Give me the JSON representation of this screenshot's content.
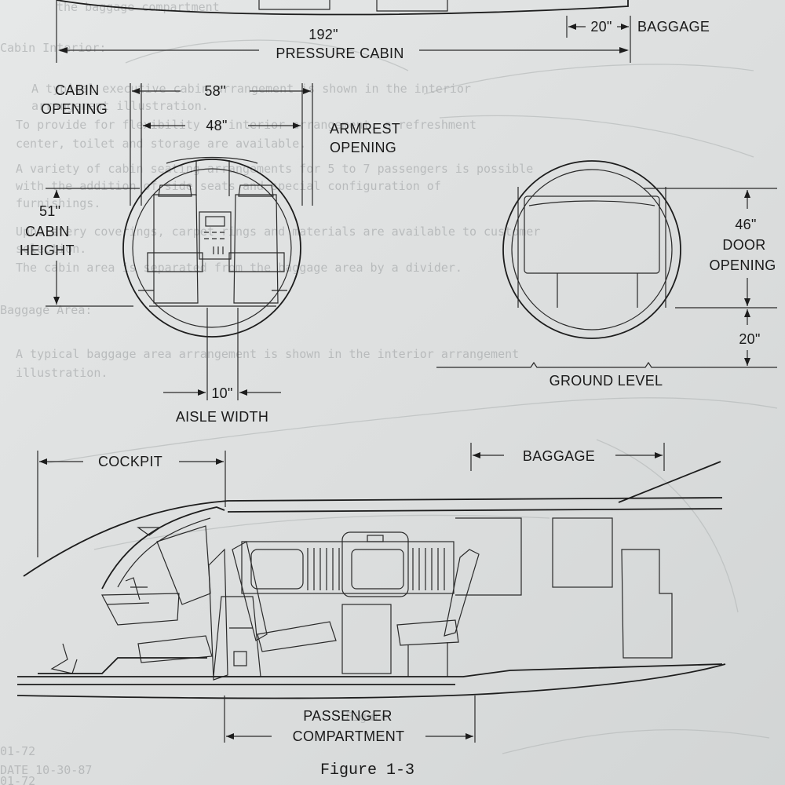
{
  "background_text": [
    "the baggage compartment",
    "Cabin Interior:",
    "A  typical  executive  cabin  arrangement  is  shown in the interior",
    "   arrangement illustration.",
    "   To provide for flexibility in interior arrangement, a refreshment",
    "   center, toilet and storage are available.",
    "   A variety of cabin seating arrangements for 5 to 7 passengers is possible",
    "   with  the  addition  of  side  seats  and  special  configuration  of",
    "   furnishings.",
    "   Upholstery coverings, carpet rings and materials are available to customer",
    "   selection.",
    "   The cabin area is separated from the baggage area by a divider.",
    "Baggage Area:",
    "   A typical baggage area arrangement is shown in the interior arrangement",
    "   illustration.",
    "Figure",
    "01-72",
    "DATE 10-30-87",
    "01-72"
  ],
  "labels": {
    "baggage_dim": "20\"",
    "baggage_top": "BAGGAGE",
    "pressure_cabin_dim": "192\"",
    "pressure_cabin": "PRESSURE CABIN",
    "cabin_opening_1": "CABIN",
    "cabin_opening_2": "OPENING",
    "cabin_opening_dim": "58\"",
    "armrest_dim": "48\"",
    "armrest_1": "ARMREST",
    "armrest_2": "OPENING",
    "cabin_height_dim": "51\"",
    "cabin_height_1": "CABIN",
    "cabin_height_2": "HEIGHT",
    "aisle_dim": "10\"",
    "aisle_width": "AISLE WIDTH",
    "door_dim": "46\"",
    "door_1": "DOOR",
    "door_2": "OPENING",
    "ground_dim": "20\"",
    "ground_level": "GROUND LEVEL",
    "cockpit": "COCKPIT",
    "baggage_side": "BAGGAGE",
    "passenger_1": "PASSENGER",
    "passenger_2": "COMPARTMENT",
    "figure_caption": "Figure 1-3"
  }
}
